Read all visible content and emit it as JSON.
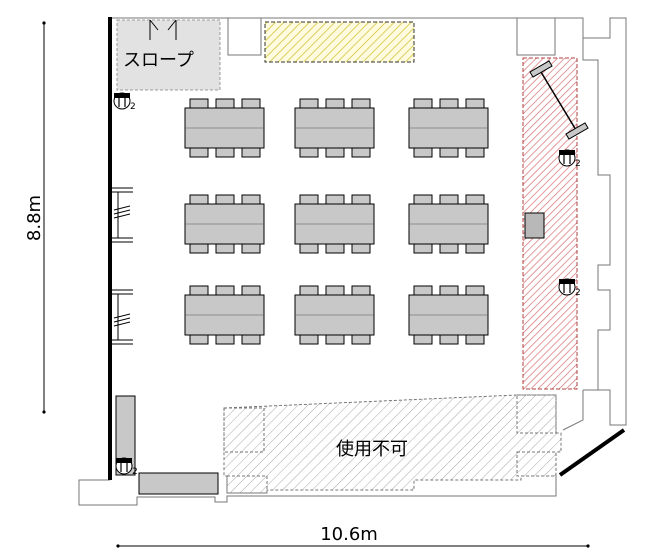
{
  "dimensions": {
    "height_label": "8.8m",
    "width_label": "10.6m"
  },
  "labels": {
    "slope": "スロープ",
    "unusable": "使用不可"
  },
  "outlets": [
    {
      "mark": "2"
    },
    {
      "mark": "2"
    },
    {
      "mark": "2"
    },
    {
      "mark": "2"
    }
  ],
  "layout": {
    "table_rows": 3,
    "table_columns": 3,
    "chairs_per_side": 3
  },
  "colors": {
    "wall": "#000000",
    "outline": "#777777",
    "table_fill": "#c8c8c8",
    "chair_fill": "#c8c8c8",
    "hatch_yellow": "#d9cf5c",
    "hatch_red": "#d67070",
    "hatch_gray": "#a8a8a8"
  }
}
